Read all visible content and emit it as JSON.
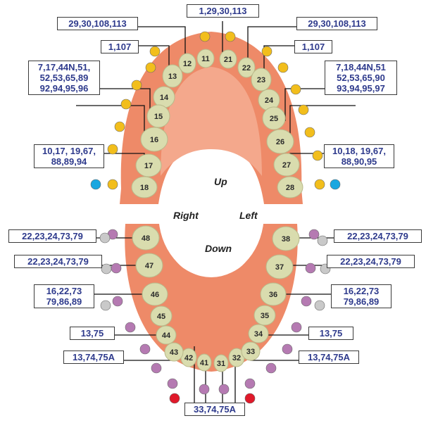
{
  "directions": {
    "up": "Up",
    "down": "Down",
    "right": "Right",
    "left": "Left"
  },
  "colors": {
    "yellow": "#f2be1c",
    "blue": "#1aa7e0",
    "purple": "#b57ab2",
    "red": "#e0192a",
    "gray": "#c9c9c9",
    "gum": "#ee8a68",
    "tooth": "#d9dcae",
    "label_text": "#2e3a8c"
  },
  "upper_teeth": [
    "11",
    "12",
    "13",
    "14",
    "15",
    "16",
    "17",
    "18",
    "21",
    "22",
    "23",
    "24",
    "25",
    "26",
    "27",
    "28"
  ],
  "lower_teeth": [
    "31",
    "32",
    "33",
    "34",
    "35",
    "36",
    "37",
    "38",
    "41",
    "42",
    "43",
    "44",
    "45",
    "46",
    "47",
    "48"
  ],
  "labels": {
    "top_center": "1,29,30,113",
    "top_left": "29,30,108,113",
    "top_right": "29,30,108,113",
    "u_left_1": "1,107",
    "u_right_1": "1,107",
    "u_left_block": "7,17,44N,51,\n52,53,65,89\n92,94,95,96",
    "u_right_block": "7,18,44N,51\n52,53,65,90\n93,94,95,97",
    "u_left_low": "10,17, 19,67,\n88,89,94",
    "u_right_low": "10,18, 19,67,\n88,90,95",
    "l_left_48": "22,23,24,73,79",
    "l_right_38": "22,23,24,73,79",
    "l_left_47": "22,23,24,73,79",
    "l_right_37": "22,23,24,73,79",
    "l_left_46": "16,22,73\n79,86,89",
    "l_right_36": "16,22,73\n79,86,89",
    "l_left_44": "13,75",
    "l_right_34": "13,75",
    "l_left_43": "13,74,75A",
    "l_right_33": "13,74,75A",
    "bottom_center": "33,74,75A"
  }
}
